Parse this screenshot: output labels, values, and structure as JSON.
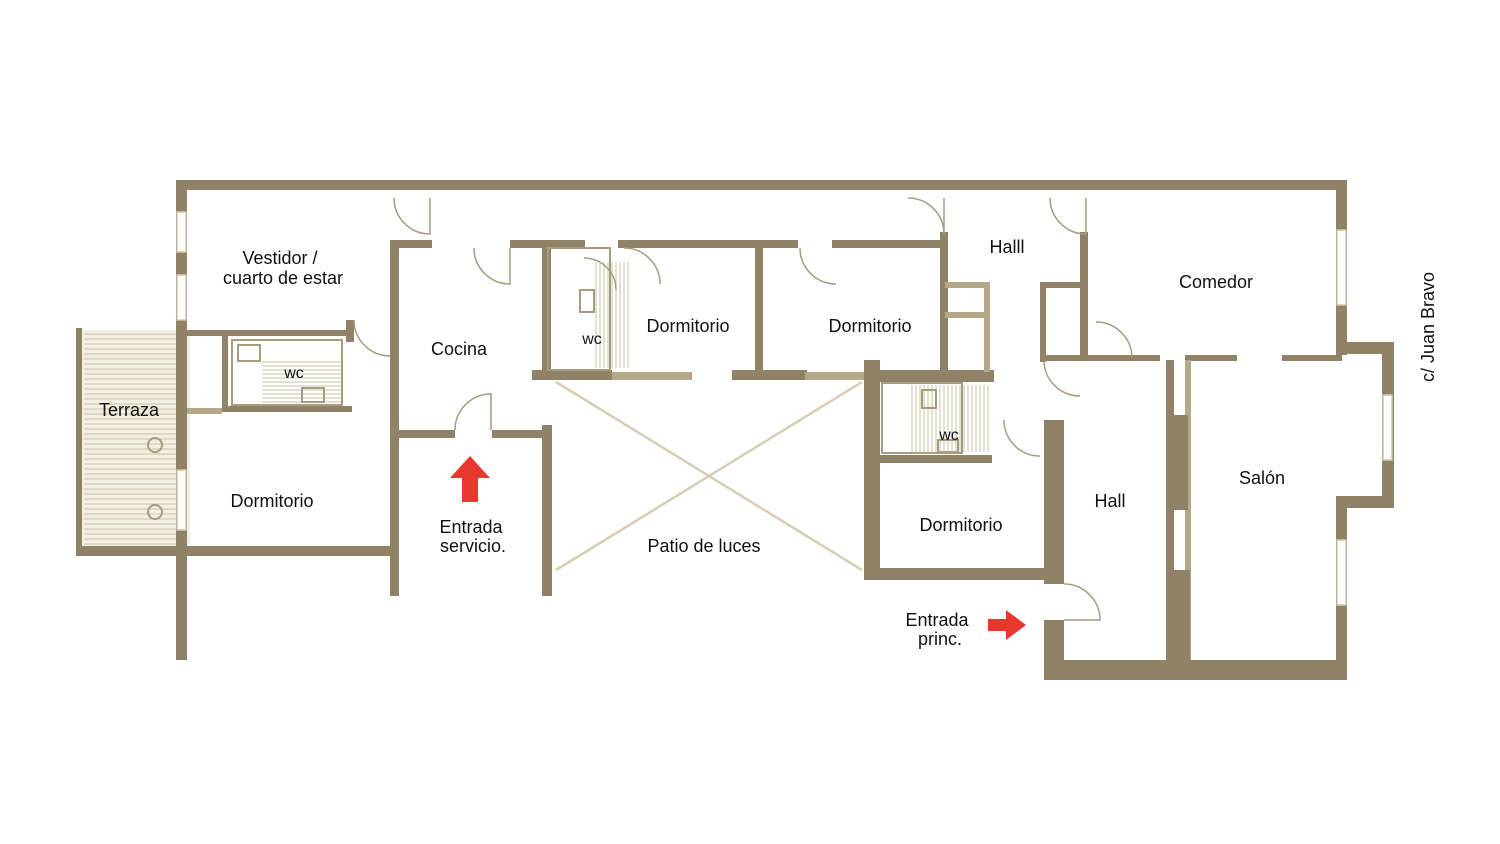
{
  "colors": {
    "wall": "#8f8266",
    "wall_light": "#b3a889",
    "arrow": "#e8372f",
    "background": "#ffffff"
  },
  "rooms": {
    "vestidor_1": "Vestidor /",
    "vestidor_2": "cuarto de estar",
    "wc_1": "wc",
    "terraza": "Terraza",
    "dormitorio_1": "Dormitorio",
    "cocina": "Cocina",
    "wc_2": "wc",
    "dormitorio_2": "Dormitorio",
    "dormitorio_3": "Dormitorio",
    "halll": "Halll",
    "comedor": "Comedor",
    "wc_3": "wc",
    "dormitorio_4": "Dormitorio",
    "hall": "Hall",
    "salon": "Salón",
    "patio": "Patio de luces"
  },
  "entrances": {
    "servicio_1": "Entrada",
    "servicio_2": "servicio.",
    "principal_1": "Entrada",
    "principal_2": "princ."
  },
  "street": "c/ Juan Bravo",
  "icons": {
    "service_arrow": "arrow-up-icon",
    "main_arrow": "arrow-right-icon"
  }
}
